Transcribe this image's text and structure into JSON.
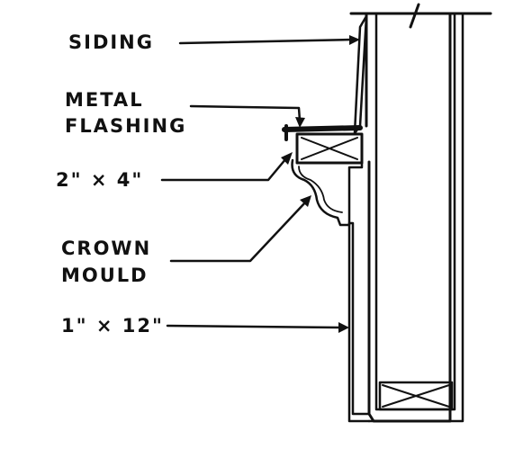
{
  "labels": {
    "siding": "SIDING",
    "metal_flashing_line1": "METAL",
    "metal_flashing_line2": "FLASHING",
    "stud": "2\" × 4\"",
    "crown_mould_line1": "CROWN",
    "crown_mould_line2": "MOULD",
    "board": "1\" × 12\""
  },
  "colors": {
    "ink": "#111111",
    "paper": "#ffffff"
  }
}
